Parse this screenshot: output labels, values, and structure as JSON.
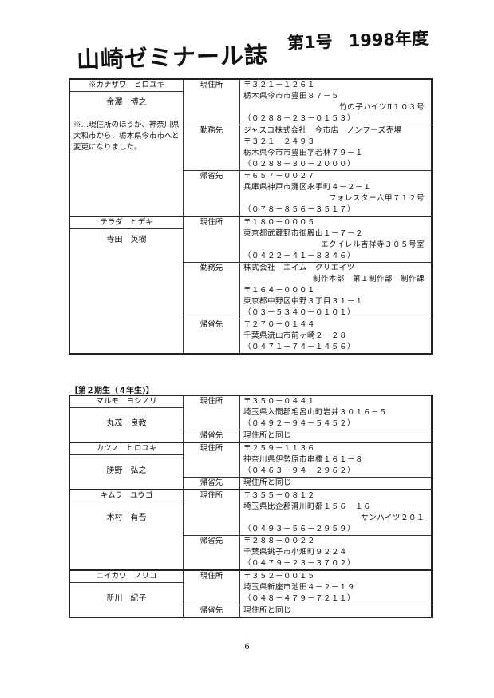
{
  "header": {
    "title": "山崎ゼミナール誌",
    "issue": "第1号",
    "year": "1998年度"
  },
  "table1": [
    {
      "kana": "※カナザワ　ヒロユキ",
      "name": "金澤　博之",
      "note": "※…現住所のほうが、神奈川県大和市から、栃木県今市市へと変更になりました。",
      "addresses": [
        {
          "label": "現住所",
          "lines": [
            "〒３２１－１２６１",
            "栃木県今市市豊田８７－５",
            "竹の子ハイツⅡ１０３号",
            "（０２８８－２３－０１５３）"
          ],
          "right": [
            2
          ]
        },
        {
          "label": "勤務先",
          "lines": [
            "ジャスコ株式会社　今市店　ノンフーズ売場",
            "〒３２１－２４９３",
            "栃木県今市市豊田字若林７９－１",
            "（０２８８－３０－２０００）"
          ],
          "right": []
        },
        {
          "label": "帰省先",
          "lines": [
            "〒６５７－００２７",
            "兵庫県神戸市灘区永手町４－２－１",
            "フォレスター六甲７１２号",
            "（０７８－８５６－３５１７）"
          ],
          "right": [
            2
          ]
        }
      ]
    },
    {
      "kana": "テラダ　ヒデキ",
      "name": "寺田　英樹",
      "note": "",
      "addresses": [
        {
          "label": "現住所",
          "lines": [
            "〒１８０－０００５",
            "東京都武蔵野市御殿山１－７－２",
            "エクイレル吉祥寺３０５号室",
            "（０４２２－４１－８３４６）"
          ],
          "right": [
            2
          ]
        },
        {
          "label": "勤務先",
          "lines": [
            "株式会社　エイム　クリエイツ",
            "制作本部　第１制作部　制作課",
            "〒１６４－０００１",
            "東京都中野区中野３丁目３１－１",
            "（０３－５３４０－０１０１）"
          ],
          "right": [
            1
          ]
        },
        {
          "label": "帰省先",
          "lines": [
            "〒２７０－０１４４",
            "千葉県流山市前ヶ崎２－２８",
            "（０４７１－７４－１４５６）"
          ],
          "right": []
        }
      ]
    }
  ],
  "section2_title": "【第２期生（４年生)】",
  "table2": [
    {
      "kana": "マルモ　ヨシノリ",
      "name": "丸茂　良教",
      "addresses": [
        {
          "label": "現住所",
          "lines": [
            "〒３５０－０４４１",
            "埼玉県入間郡毛呂山町岩井３０１６－５",
            "（０４９２－９４－５４５２）"
          ],
          "right": []
        },
        {
          "label": "帰省先",
          "lines": [
            "現住所と同じ"
          ],
          "right": []
        }
      ]
    },
    {
      "kana": "カツノ　ヒロユキ",
      "name": "勝野　弘之",
      "addresses": [
        {
          "label": "現住所",
          "lines": [
            "〒２５９－１１３６",
            "神奈川県伊勢原市串橋１６１－８",
            "（０４６３－９４－２９６２）"
          ],
          "right": []
        },
        {
          "label": "帰省先",
          "lines": [
            "現住所と同じ"
          ],
          "right": []
        }
      ]
    },
    {
      "kana": "キムラ　ユウゴ",
      "name": "木村　有吾",
      "addresses": [
        {
          "label": "現住所",
          "lines": [
            "〒３５５－０８１２",
            "埼玉県比企郡滑川町都１５６－１６",
            "サンハイツ２０１",
            "（０４９３－５６－２９５９）"
          ],
          "right": [
            2
          ]
        },
        {
          "label": "帰省先",
          "lines": [
            "〒２８８－００２２",
            "千葉県銚子市小畑町９２２４",
            "（０４７９－２３－３７０２）"
          ],
          "right": []
        }
      ]
    },
    {
      "kana": "ニイカワ　ノリコ",
      "name": "新川　紀子",
      "addresses": [
        {
          "label": "現住所",
          "lines": [
            "〒３５２－００１５",
            "埼玉県新座市池田４－２－１９",
            "（０４８－４７９－７２１１）"
          ],
          "right": []
        },
        {
          "label": "帰省先",
          "lines": [
            "現住所と同じ"
          ],
          "right": []
        }
      ]
    }
  ],
  "page_number": "6"
}
